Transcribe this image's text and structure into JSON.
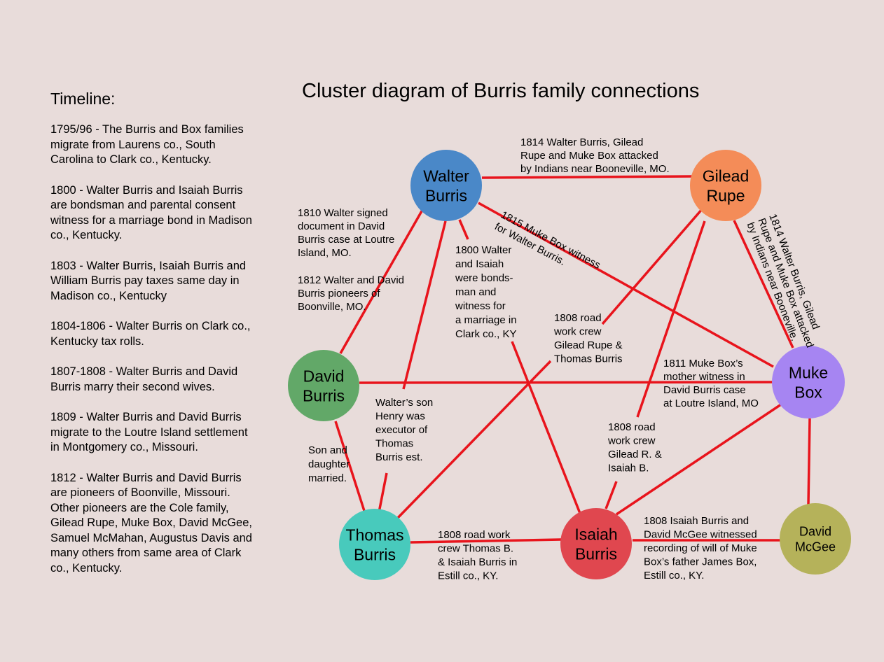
{
  "title": "Cluster diagram of Burris family connections",
  "timeline": {
    "heading": "Timeline:",
    "entries": [
      "1795/96 - The Burris and Box families\nmigrate from Laurens co., South\nCarolina to Clark co., Kentucky.",
      "1800 -  Walter Burris and Isaiah Burris\nare bondsman and parental consent\nwitness for a marriage bond in Madison\nco., Kentucky.",
      "1803 - Walter Burris, Isaiah Burris and\nWilliam Burris pay taxes same day in\nMadison co., Kentucky",
      "1804-1806 - Walter Burris on Clark co.,\nKentucky tax rolls.",
      "1807-1808 - Walter Burris and David\nBurris marry their second wives.",
      "1809 - Walter Burris and David Burris\nmigrate to the Loutre Island settlement\nin Montgomery co., Missouri.",
      "1812 - Walter Burris and David Burris\nare pioneers of Boonville, Missouri.\nOther pioneers are the Cole family,\nGilead Rupe, Muke Box, David McGee,\nSamuel McMahan, Augustus Davis and\nmany others from same area of Clark\nco., Kentucky."
    ]
  },
  "colors": {
    "background": "#e8dcda",
    "line": "#e8141c"
  },
  "nodes": [
    {
      "id": "walter",
      "lines": [
        "Walter",
        "Burris"
      ],
      "color": "#4a88c8"
    },
    {
      "id": "gilead",
      "lines": [
        "Gilead",
        "Rupe"
      ],
      "color": "#f48c58"
    },
    {
      "id": "david",
      "lines": [
        "David",
        "Burris"
      ],
      "color": "#62a868"
    },
    {
      "id": "muke",
      "lines": [
        "Muke",
        "Box"
      ],
      "color": "#a685f2"
    },
    {
      "id": "thomas",
      "lines": [
        "Thomas",
        "Burris"
      ],
      "color": "#48cabc"
    },
    {
      "id": "isaiah",
      "lines": [
        "Isaiah",
        "Burris"
      ],
      "color": "#e0474f"
    },
    {
      "id": "mcgee",
      "lines": [
        "David",
        "McGee"
      ],
      "color": "#b5b25a"
    }
  ],
  "connections": [
    {
      "id": "walter-gilead",
      "from": "walter",
      "to": "gilead"
    },
    {
      "id": "walter-muke",
      "from": "walter",
      "to": "muke"
    },
    {
      "id": "walter-david",
      "from": "walter",
      "to": "david"
    },
    {
      "id": "walter-thomas",
      "from": "walter",
      "to": "thomas"
    },
    {
      "id": "walter-isaiah",
      "from": "walter",
      "to": "isaiah"
    },
    {
      "id": "gilead-muke",
      "from": "gilead",
      "to": "muke"
    },
    {
      "id": "gilead-thomas",
      "from": "gilead",
      "to": "thomas"
    },
    {
      "id": "gilead-isaiah",
      "from": "gilead",
      "to": "isaiah"
    },
    {
      "id": "david-muke",
      "from": "david",
      "to": "muke"
    },
    {
      "id": "david-thomas",
      "from": "david",
      "to": "thomas"
    },
    {
      "id": "thomas-isaiah",
      "from": "thomas",
      "to": "isaiah"
    },
    {
      "id": "isaiah-muke",
      "from": "isaiah",
      "to": "muke"
    },
    {
      "id": "isaiah-mcgee",
      "from": "isaiah",
      "to": "mcgee"
    },
    {
      "id": "muke-mcgee",
      "from": "muke",
      "to": "mcgee"
    }
  ],
  "labels": [
    {
      "id": "walter-gilead",
      "lines": [
        "1814 Walter Burris, Gilead",
        "Rupe and Muke Box attacked",
        "by Indians near Booneville, MO."
      ]
    },
    {
      "id": "walter-muke",
      "lines": [
        "1815 Muke Box witness",
        "for Walter Burris."
      ]
    },
    {
      "id": "gilead-muke",
      "lines": [
        "1814 Walter Burris, Gilead",
        "Rupe and Muke Box attacked",
        "by Indians near Booneville."
      ]
    },
    {
      "id": "walter-david-1810",
      "lines": [
        "1810 Walter signed",
        "document in David",
        "Burris case at Loutre",
        "Island, MO."
      ]
    },
    {
      "id": "walter-david-1812",
      "lines": [
        "1812 Walter and David",
        "Burris pioneers of",
        "Boonville, MO."
      ]
    },
    {
      "id": "walter-isaiah",
      "lines": [
        "1800 Walter",
        "and Isaiah",
        "were bonds-",
        "man and",
        "witness for",
        "a marriage in",
        "Clark co., KY"
      ]
    },
    {
      "id": "gilead-thomas",
      "lines": [
        "1808 road",
        "work crew",
        "Gilead Rupe &",
        "Thomas Burris"
      ]
    },
    {
      "id": "david-muke",
      "lines": [
        "1811 Muke Box’s",
        "mother witness in",
        "David Burris case",
        "at Loutre Island, MO"
      ]
    },
    {
      "id": "walter-thomas",
      "lines": [
        "Walter’s son",
        "Henry was",
        "executor of",
        "Thomas",
        "Burris est."
      ]
    },
    {
      "id": "david-thomas",
      "lines": [
        "Son and",
        "daughter",
        "married."
      ]
    },
    {
      "id": "gilead-isaiah",
      "lines": [
        "1808 road",
        "work crew",
        "Gilead R. &",
        "Isaiah B."
      ]
    },
    {
      "id": "thomas-isaiah",
      "lines": [
        "1808 road work",
        "crew Thomas B.",
        "& Isaiah Burris in",
        "Estill co., KY."
      ]
    },
    {
      "id": "isaiah-mcgee",
      "lines": [
        "1808 Isaiah Burris and",
        "David McGee witnessed",
        "recording of will of Muke",
        "Box’s father James Box,",
        "Estill co., KY."
      ]
    }
  ]
}
